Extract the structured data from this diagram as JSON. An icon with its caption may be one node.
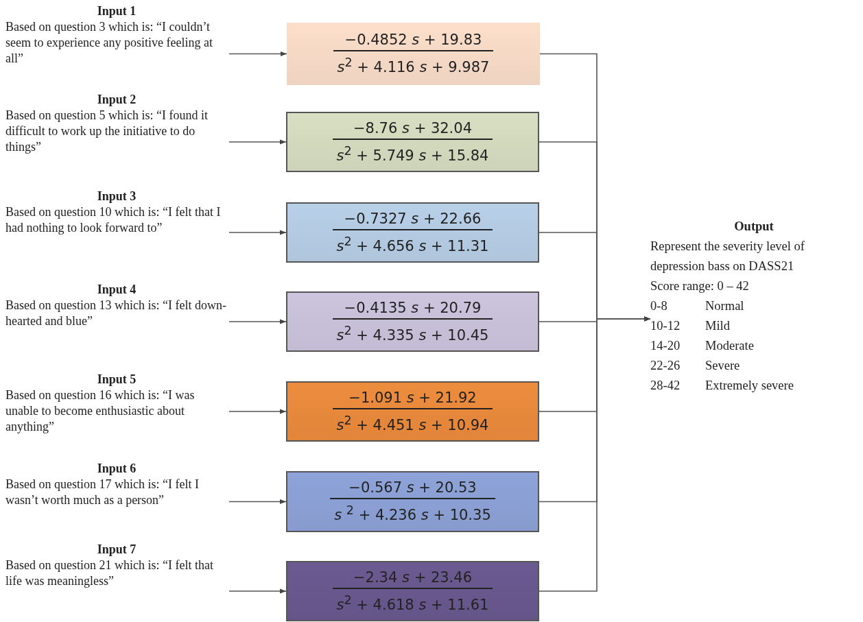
{
  "diagram": {
    "nodes": [
      {
        "text": [
          "Input 1",
          "Based on question 3 which is: “I couldn’t seem to experience any positive feeling at all”"
        ]
      },
      {
        "text": [
          "−0.4852 *s* + 19.83",
          "*s*$^{2}$ + 4.116 *s* + 9.987"
        ]
      },
      {
        "text": [
          "Input 2",
          "Based on question 5 which is: “I found it difficult to work up the initiative to do things”"
        ]
      },
      {
        "text": [
          "−8.76 *s* + 32.04",
          "*s*$^{2}$ + 5.749 *s* + 15.84"
        ]
      },
      {
        "text": [
          "Input 3",
          "Based on question 10 which is: “I felt that I had nothing to look forward to”"
        ]
      },
      {
        "text": [
          "−0.7327 *s* + 22.66",
          "*s*$^{2}$ + 4.656 *s* + 11.31"
        ]
      },
      {
        "text": [
          "Input 4",
          "Based on question 13 which is: “I felt down-hearted and blue”"
        ]
      },
      {
        "text": [
          "−0.4135 *s* + 20.79",
          "*s*$^{2}$ + 4.335 *s* + 10.45"
        ]
      },
      {
        "text": [
          "Input 5",
          "Based on question 16 which is: “I was unable to become enthusiastic about anything”"
        ]
      },
      {
        "text": [
          "−1.091 *s* + 21.92",
          "*s*$^{2}$ + 4.451 *s* + 10.94"
        ]
      },
      {
        "text": [
          "Input 6",
          "Based on question 17 which is: “I felt I wasn’t worth much as a person”"
        ]
      },
      {
        "text": [
          "−0.567 *s* + 20.53",
          "*s* $^{2}$ + 4.236 *s* + 10.35"
        ]
      },
      {
        "text": [
          "Input 7",
          "Based on question 21 which is: “I felt that life was meaningless”"
        ]
      },
      {
        "text": [
          "−2.34 *s* + 23.46",
          "*s*$^{2}$ + 4.618 *s* + 11.61"
        ]
      },
      {
        "text": [
          "Output",
          "Represent the severity level of depression bass on DASS21",
          "Score range: 0 – 42",
          "0-8",
          "Normal",
          "10-12",
          "Mild",
          "14-20",
          "Moderate",
          "22-26",
          "Severe",
          "28-42",
          "Extremely severe"
        ]
      }
    ],
    "edges": [
      {
        "from": 0,
        "to": 1,
        "arrow": "to"
      },
      {
        "from": 2,
        "to": 3,
        "arrow": "to"
      },
      {
        "from": 4,
        "to": 5,
        "arrow": "to"
      },
      {
        "from": 6,
        "to": 7,
        "arrow": "to"
      },
      {
        "from": 8,
        "to": 9,
        "arrow": "to"
      },
      {
        "from": 10,
        "to": 11,
        "arrow": "to"
      },
      {
        "from": 12,
        "to": 13,
        "arrow": "to"
      },
      {
        "from": 1,
        "to": 14,
        "arrow": "to"
      },
      {
        "from": 3,
        "to": 14,
        "arrow": "to"
      },
      {
        "from": 5,
        "to": 14,
        "arrow": "to"
      },
      {
        "from": 7,
        "to": 14,
        "arrow": "to"
      },
      {
        "from": 9,
        "to": 14,
        "arrow": "to"
      },
      {
        "from": 11,
        "to": 14,
        "arrow": "to"
      },
      {
        "from": 13,
        "to": 14,
        "arrow": "to"
      }
    ]
  }
}
